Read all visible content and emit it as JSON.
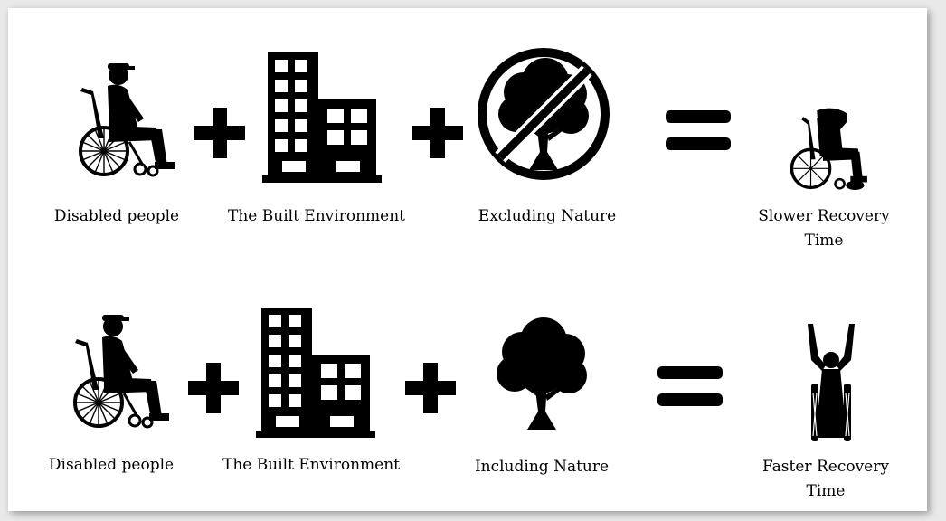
{
  "rows": [
    {
      "labels": {
        "person": "Disabled people",
        "building": "The Built Environment",
        "nature": "Excluding Nature",
        "result": "Slower Recovery Time"
      },
      "icons": {
        "person": "wheelchair-user-icon",
        "building": "building-icon",
        "nature": "tree-prohibited-icon",
        "result": "wheelchair-user-slumped-icon"
      }
    },
    {
      "labels": {
        "person": "Disabled people",
        "building": "The Built Environment",
        "nature": "Including Nature",
        "result": "Faster Recovery Time"
      },
      "icons": {
        "person": "wheelchair-user-icon",
        "building": "building-icon",
        "nature": "tree-icon",
        "result": "wheelchair-user-cheering-icon"
      }
    }
  ],
  "operators": {
    "plus": "plus-icon",
    "equals": "equals-icon"
  },
  "colors": {
    "icon": "#000000",
    "background": "#ffffff"
  }
}
